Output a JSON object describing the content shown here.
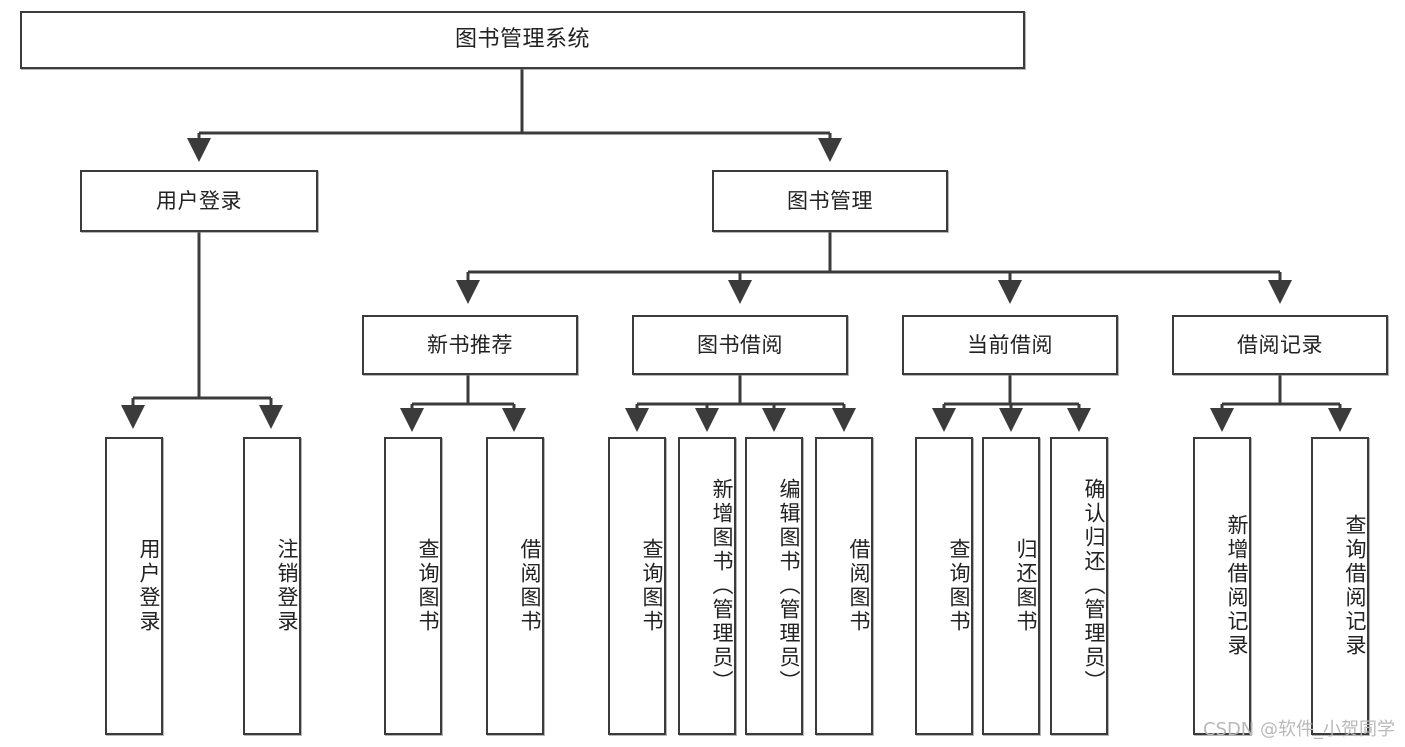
{
  "diagram": {
    "title": "图书管理系统",
    "watermark": "CSDN @软件_小贺同学",
    "line_color": "#3b3b3b",
    "box_fill": "#ffffff",
    "text_color": "#222222",
    "levels": {
      "root": {
        "label": "图书管理系统"
      },
      "level2": [
        {
          "id": "user-login",
          "label": "用户登录"
        },
        {
          "id": "book-management",
          "label": "图书管理"
        }
      ],
      "level3": [
        {
          "id": "new-book-recommend",
          "label": "新书推荐",
          "parent": "book-management"
        },
        {
          "id": "book-borrow",
          "label": "图书借阅",
          "parent": "book-management"
        },
        {
          "id": "current-borrow",
          "label": "当前借阅",
          "parent": "book-management"
        },
        {
          "id": "borrow-record",
          "label": "借阅记录",
          "parent": "book-management"
        }
      ],
      "leaves": {
        "user-login": [
          {
            "id": "leaf-user-login",
            "label": "用户登录"
          },
          {
            "id": "leaf-logout-login",
            "label": "注销登录"
          }
        ],
        "new-book-recommend": [
          {
            "id": "leaf-query-book-1",
            "label": "查询图书"
          },
          {
            "id": "leaf-borrow-book-1",
            "label": "借阅图书"
          }
        ],
        "book-borrow": [
          {
            "id": "leaf-query-book-2",
            "label": "查询图书"
          },
          {
            "id": "leaf-add-book-admin",
            "label": "新增图书（管理员）"
          },
          {
            "id": "leaf-edit-book-admin",
            "label": "编辑图书（管理员）"
          },
          {
            "id": "leaf-borrow-book-2",
            "label": "借阅图书"
          }
        ],
        "current-borrow": [
          {
            "id": "leaf-query-book-3",
            "label": "查询图书"
          },
          {
            "id": "leaf-return-book",
            "label": "归还图书"
          },
          {
            "id": "leaf-confirm-return-admin",
            "label": "确认归还（管理员）"
          }
        ],
        "borrow-record": [
          {
            "id": "leaf-add-borrow-record",
            "label": "新增借阅记录"
          },
          {
            "id": "leaf-query-borrow-record",
            "label": "查询借阅记录"
          }
        ]
      }
    }
  }
}
